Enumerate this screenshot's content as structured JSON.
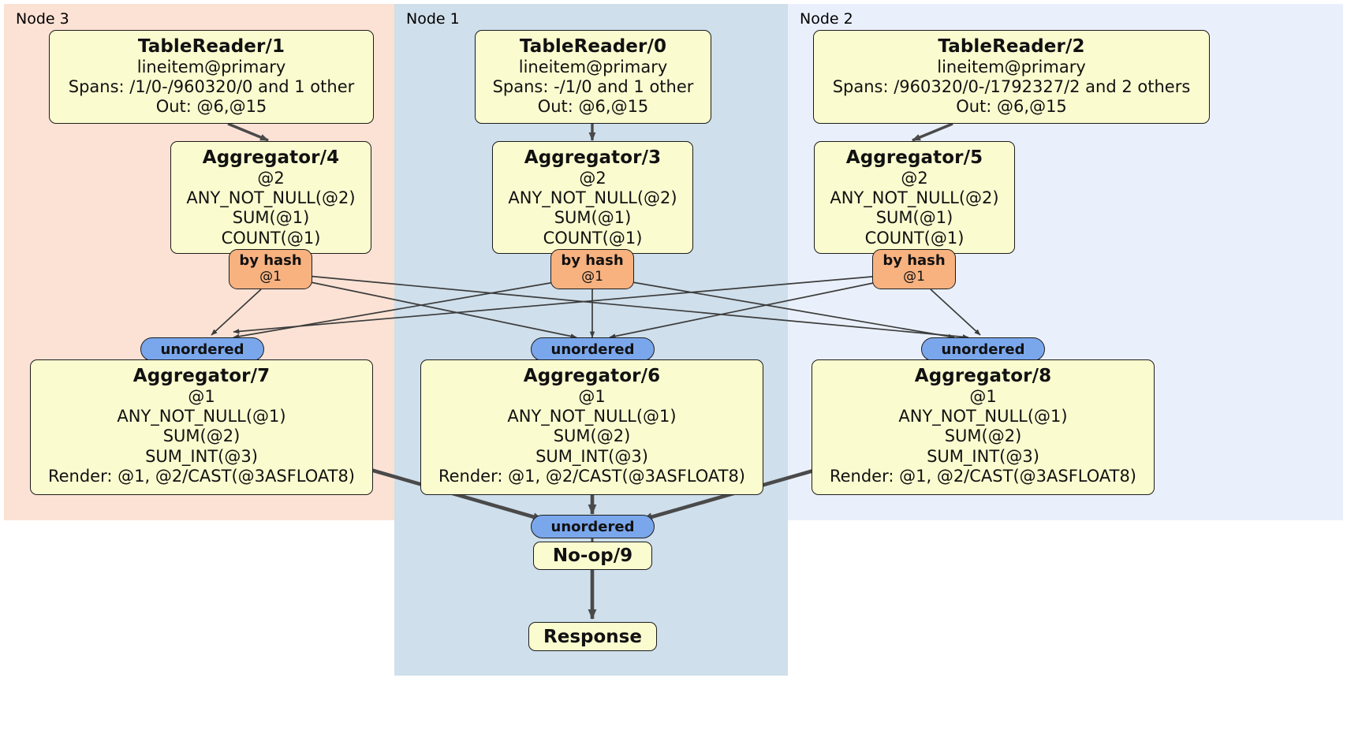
{
  "diagram": {
    "type": "distributed-query-plan",
    "colors": {
      "node3_bg": "#fbe2d5",
      "node1_bg": "#cfdfeb",
      "node2_bg": "#eaf0fb",
      "processor_fill": "#fbfbd0",
      "processor_stroke": "#1c1c1c",
      "hash_router_fill": "#f7b280",
      "unordered_receiver_fill": "#7aa7ec",
      "edge_thin": "#3c3c3c",
      "edge_thick": "#4a4a4a"
    },
    "nodes": [
      {
        "id": "node3",
        "label": "Node 3"
      },
      {
        "id": "node1",
        "label": "Node 1"
      },
      {
        "id": "node2",
        "label": "Node 2"
      }
    ],
    "processors": {
      "tablereader1": {
        "title": "TableReader/1",
        "lines": [
          "lineitem@primary",
          "Spans: /1/0-/960320/0 and 1 other",
          "Out: @6,@15"
        ]
      },
      "tablereader0": {
        "title": "TableReader/0",
        "lines": [
          "lineitem@primary",
          "Spans: -/1/0 and 1 other",
          "Out: @6,@15"
        ]
      },
      "tablereader2": {
        "title": "TableReader/2",
        "lines": [
          "lineitem@primary",
          "Spans: /960320/0-/1792327/2 and 2 others",
          "Out: @6,@15"
        ]
      },
      "aggregator4": {
        "title": "Aggregator/4",
        "lines": [
          "@2",
          "ANY_NOT_NULL(@2)",
          "SUM(@1)",
          "COUNT(@1)"
        ]
      },
      "aggregator3": {
        "title": "Aggregator/3",
        "lines": [
          "@2",
          "ANY_NOT_NULL(@2)",
          "SUM(@1)",
          "COUNT(@1)"
        ]
      },
      "aggregator5": {
        "title": "Aggregator/5",
        "lines": [
          "@2",
          "ANY_NOT_NULL(@2)",
          "SUM(@1)",
          "COUNT(@1)"
        ]
      },
      "aggregator7": {
        "title": "Aggregator/7",
        "lines": [
          "@1",
          "ANY_NOT_NULL(@1)",
          "SUM(@2)",
          "SUM_INT(@3)",
          "Render: @1, @2/CAST(@3ASFLOAT8)"
        ]
      },
      "aggregator6": {
        "title": "Aggregator/6",
        "lines": [
          "@1",
          "ANY_NOT_NULL(@1)",
          "SUM(@2)",
          "SUM_INT(@3)",
          "Render: @1, @2/CAST(@3ASFLOAT8)"
        ]
      },
      "aggregator8": {
        "title": "Aggregator/8",
        "lines": [
          "@1",
          "ANY_NOT_NULL(@1)",
          "SUM(@2)",
          "SUM_INT(@3)",
          "Render: @1, @2/CAST(@3ASFLOAT8)"
        ]
      },
      "noop9": {
        "title": "No-op/9"
      },
      "response": {
        "title": "Response"
      }
    },
    "routers": {
      "hash_left": {
        "kind": "by hash",
        "column": "@1"
      },
      "hash_center": {
        "kind": "by hash",
        "column": "@1"
      },
      "hash_right": {
        "kind": "by hash",
        "column": "@1"
      }
    },
    "receivers": {
      "unordered_left": {
        "label": "unordered"
      },
      "unordered_center": {
        "label": "unordered"
      },
      "unordered_right": {
        "label": "unordered"
      },
      "unordered_final": {
        "label": "unordered"
      }
    }
  }
}
